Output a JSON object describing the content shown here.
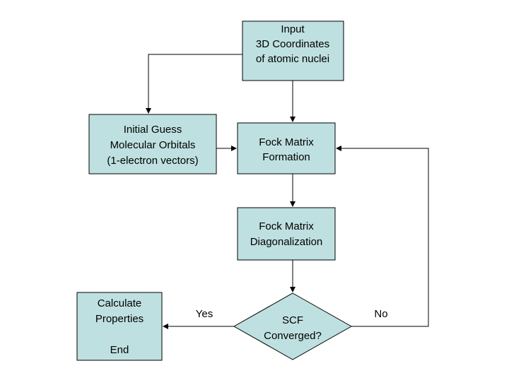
{
  "diagram": {
    "nodes": {
      "input": {
        "lines": [
          "Input",
          "3D Coordinates",
          "of atomic nuclei"
        ]
      },
      "initial_guess": {
        "lines": [
          "Initial Guess",
          "Molecular Orbitals",
          "(1-electron vectors)"
        ]
      },
      "fock_formation": {
        "lines": [
          "Fock Matrix",
          "Formation"
        ]
      },
      "fock_diagonalization": {
        "lines": [
          "Fock Matrix",
          "Diagonalization"
        ]
      },
      "scf_converged": {
        "lines": [
          "SCF",
          "Converged?"
        ]
      },
      "calculate_properties": {
        "lines": [
          "Calculate",
          "Properties",
          "",
          "End"
        ]
      }
    },
    "edge_labels": {
      "yes": "Yes",
      "no": "No"
    },
    "colors": {
      "box_fill": "#bfe0e0",
      "stroke": "#000000",
      "text": "#000000"
    }
  }
}
